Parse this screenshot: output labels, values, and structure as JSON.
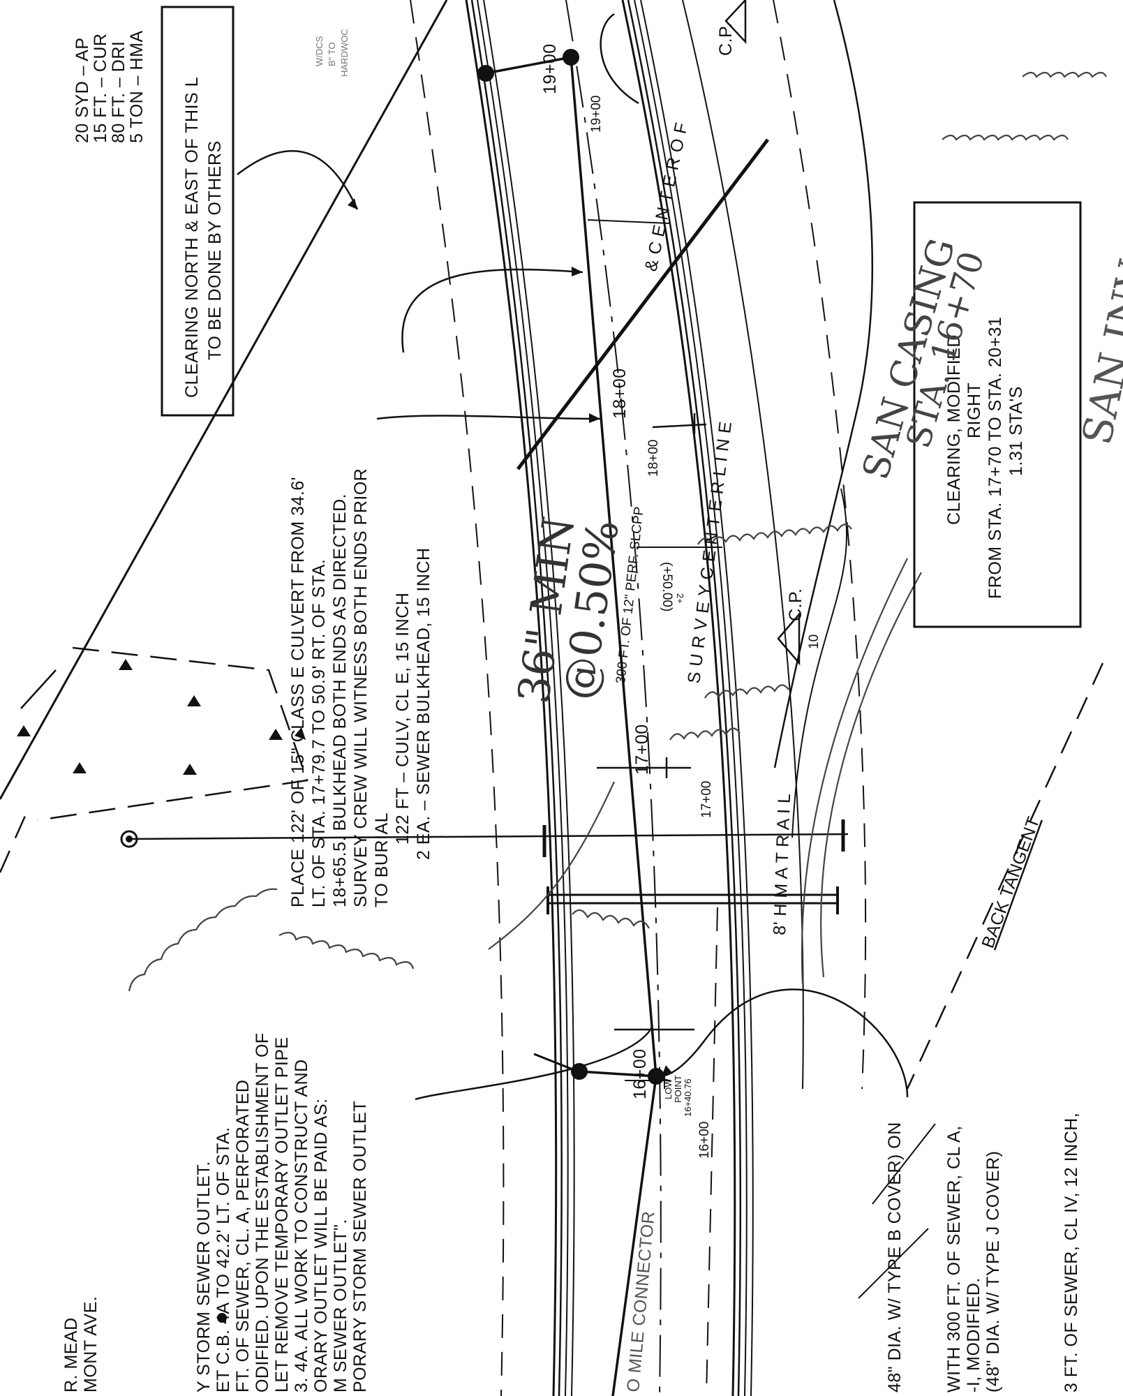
{
  "notes": {
    "top_right_1": "20 SYD  –  AP",
    "top_right_2": "15 FT.  –  CUR",
    "top_right_3": "80 FT.  –  DRI",
    "top_right_4": "5 TON  –  HMA",
    "faint_1": "W/DCS",
    "faint_2": "B\" TO",
    "faint_3": "HARDWOC",
    "top_left_1": "R. MEAD",
    "top_left_2": "MONT AVE."
  },
  "boxes": {
    "clearing_ne_line1": "CLEARING NORTH & EAST OF THIS L",
    "clearing_ne_line2": "TO BE DONE BY OTHERS",
    "clearing_mod_1": "CLEARING, MODIFIED",
    "clearing_mod_2": "RIGHT",
    "clearing_mod_3": "FROM STA. 17+70 TO STA. 20+31",
    "clearing_mod_4": "1.31 STA'S"
  },
  "culvert_note": {
    "line1": "PLACE 122' OF 15\" CLASS E CULVERT FROM 34.6'",
    "line2": "LT. OF STA. 17+79.7 TO 50.9' RT. OF STA.",
    "line3": "18+65.5. BULKHEAD BOTH ENDS AS DIRECTED.",
    "line4": "SURVEY CREW WILL WITNESS BOTH ENDS PRIOR",
    "line5": "TO BURIAL",
    "line6": "122 FT  –  CULV, CL E, 15 INCH",
    "line7": "2 EA.  –  SEWER BULKHEAD, 15 INCH"
  },
  "storm_note": {
    "line1": "Y STORM SEWER OUTLET.",
    "line2": "ET C.B. 4A TO 42.2' LT. OF STA.",
    "line3": "FT. OF SEWER, CL. A, PERFORATED",
    "line4": "ODIFIED.  UPON THE ESTABLISHMENT OF",
    "line5": "LET REMOVE TEMPORARY OUTLET PIPE",
    "line6": "3. 4A.  ALL WORK TO CONSTRUCT AND",
    "line7": "ORARY OUTLET WILL BE PAID AS:",
    "line8": "M SEWER OUTLET\".",
    "line9": "PORARY STORM SEWER OUTLET"
  },
  "bottom_notes": {
    "line1": "48\" DIA. W/ TYPE B COVER) ON",
    "line2": "WITH 300 FT. OF SEWER, CL A,",
    "line3": "-I, MODIFIED.",
    "line4": "(48\" DIA. W/ TYPE J COVER)",
    "line5": "3 FT. OF SEWER, CL IV, 12 INCH,"
  },
  "labels": {
    "sta_1900": "19+00",
    "sta_1900_b": "19+00",
    "sta_1800": "18+00",
    "sta_1800_b": "18+00",
    "sta_1700": "17+00",
    "sta_1700_b": "17+00",
    "sta_1600": "16+00",
    "sta_1600_b": "16+00",
    "centerline_of": "&  C E N T E R    O F",
    "survey_centerline": "S U R V E Y    C E N T E R L I N E",
    "hma_trail": "8'   H M A   T R A I L",
    "trail_cp": "C.P.",
    "cp_top": "C.P.",
    "triangle_10": "10",
    "perf_note": "300 FT. OF 12\" PERF. SLCPP",
    "pvi_note": "(+50.00)",
    "pvi_sub": "2+",
    "low_point_1": "LOW",
    "low_point_2": "POINT",
    "low_point_3": "16+40.76",
    "mile_connector": "O MILE CONNECTOR",
    "back_tangent": "BACK TANGENT"
  },
  "handwriting": {
    "min_slope_1": "36\" MIN",
    "min_slope_2": "@0.50%",
    "san_casing_1": "SAN CASING",
    "san_casing_2": "STA. 16+70",
    "san_inv": "SAN INV. @ C/L"
  }
}
